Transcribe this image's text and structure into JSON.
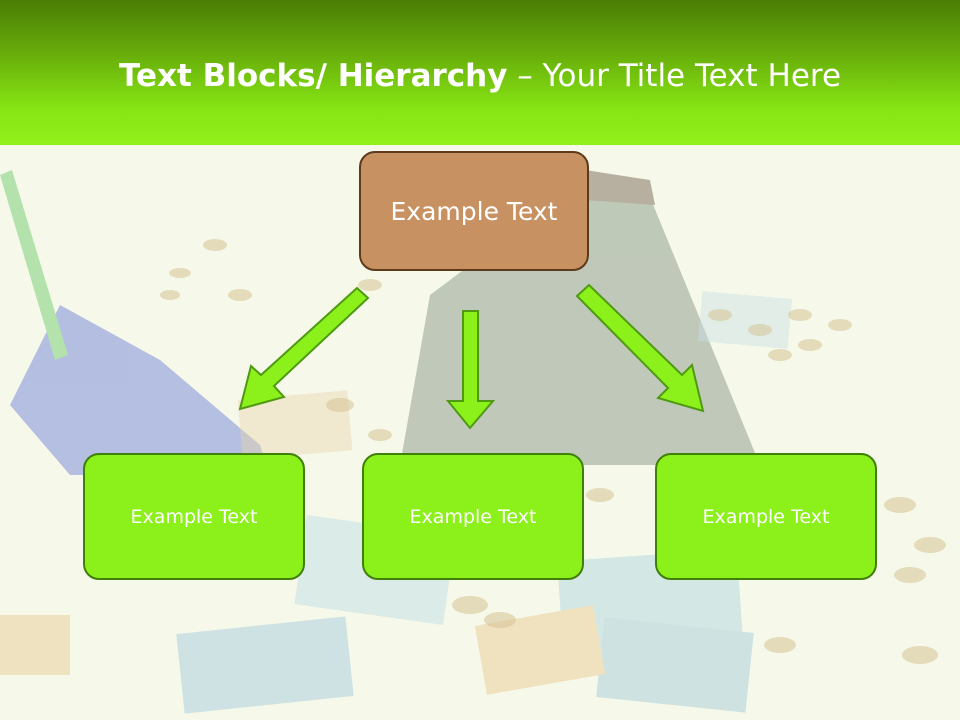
{
  "title": {
    "bold": "Text Blocks/ Hierarchy",
    "rest": " – Your Title Text Here"
  },
  "diagram": {
    "top_box": "Example Text",
    "children": [
      "Example Text",
      "Example Text",
      "Example Text"
    ]
  },
  "colors": {
    "header_dark": "#4a7d05",
    "header_light": "#92f01a",
    "top_box_fill": "#c89161",
    "top_box_border": "#5e3a1c",
    "child_fill": "#8cf01b",
    "child_border": "#3f7f0a",
    "arrow_fill": "#8cf01b",
    "arrow_stroke": "#4f9a12"
  }
}
